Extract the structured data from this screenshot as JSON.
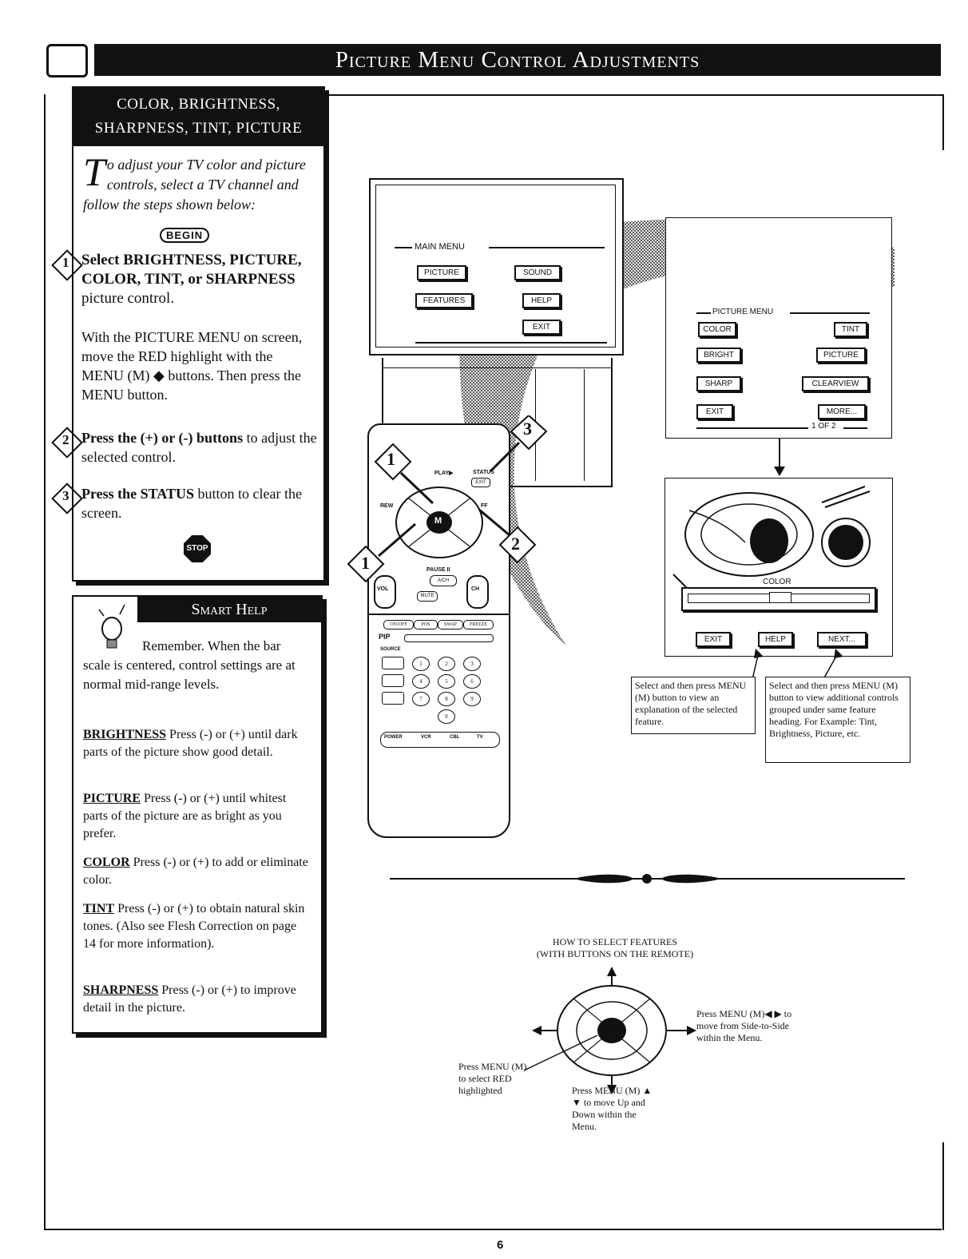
{
  "header": {
    "title": "Picture Menu Control Adjustments"
  },
  "panel": {
    "heading_line1": "COLOR, BRIGHTNESS,",
    "heading_line2": "SHARPNESS, TINT, PICTURE",
    "intro_dropcap": "T",
    "intro_text": "o adjust your TV color and picture controls, select a TV channel and follow the steps shown below:",
    "begin": "BEGIN",
    "step1_num": "1",
    "step1_bold": "Select BRIGHTNESS, PICTURE, COLOR, TINT, or SHARPNESS",
    "step1_rest": " picture control.",
    "step1_detail": "With the PICTURE MENU on screen, move the RED highlight with the MENU (M) ◆ buttons. Then press the MENU button.",
    "step2_num": "2",
    "step2_bold": "Press the (+) or (-) buttons",
    "step2_rest": " to adjust the selected control.",
    "step3_num": "3",
    "step3_bold": "Press the STATUS",
    "step3_rest": " button to clear the screen.",
    "stop": "STOP"
  },
  "smart_help": {
    "title": "Smart Help",
    "remember": "Remember. When the bar scale is centered, control settings are at normal mid-range levels.",
    "items": [
      {
        "term": "BRIGHTNESS",
        "text": " Press (-) or (+) until dark parts of the picture show good detail."
      },
      {
        "term": "PICTURE",
        "text": " Press (-) or (+) until whitest parts of the picture are as bright as you prefer."
      },
      {
        "term": "COLOR",
        "text": " Press (-) or (+) to add or eliminate color."
      },
      {
        "term": "TINT",
        "text": " Press (-) or (+) to obtain natural skin tones. (Also see Flesh Correction on page 14 for more information)."
      },
      {
        "term": "SHARPNESS",
        "text": " Press (-) or (+) to improve detail in the picture."
      }
    ]
  },
  "main_menu": {
    "label": "MAIN MENU",
    "picture": "PICTURE",
    "sound": "SOUND",
    "features": "FEATURES",
    "help": "HELP",
    "exit": "EXIT"
  },
  "picture_menu": {
    "label": "PICTURE MENU",
    "color": "COLOR",
    "tint": "TINT",
    "bright": "BRIGHT",
    "picture": "PICTURE",
    "sharp": "SHARP",
    "clearview": "CLEARVIEW",
    "exit": "EXIT",
    "more": "MORE...",
    "page": "1 OF 2"
  },
  "color_screen": {
    "label": "COLOR",
    "exit": "EXIT",
    "help": "HELP",
    "next": "NEXT..."
  },
  "callouts": {
    "help": "Select and then press MENU (M) button to view an explanation of the selected feature.",
    "next": "Select and then press MENU (M) button to view additional controls grouped under same feature heading. For Example: Tint, Brightness, Picture, etc."
  },
  "remote": {
    "play": "PLAY▶",
    "status": "STATUS",
    "exit": "EXIT",
    "rew": "REW",
    "ff": "FF",
    "menu": "M",
    "pause": "PAUSE II",
    "vol": "VOL",
    "ch": "CH",
    "mute": "MUTE",
    "av": "A/CH",
    "pip": "PIP",
    "pip_row": [
      "ON/OFF",
      "POS",
      "SWAP",
      "FREEZE"
    ],
    "source": "SOURCE",
    "digits": [
      "1",
      "2",
      "3",
      "4",
      "5",
      "6",
      "7",
      "8",
      "9",
      "0"
    ],
    "bottom_row": [
      "POWER",
      "VCR",
      "CBL",
      "TV"
    ],
    "hand_labels": [
      "1",
      "3",
      "2",
      "1"
    ]
  },
  "how_to": {
    "title_line1": "HOW TO SELECT FEATURES",
    "title_line2": "(WITH BUTTONS ON THE REMOTE)",
    "side": "Press MENU (M)◀ ▶ to move from Side-to-Side within the Menu.",
    "select": "Press MENU (M) to select RED highlighted",
    "updown": "Press MENU (M) ▲ ▼ to move Up and Down within the Menu."
  },
  "footer": {
    "page_number": "6"
  }
}
